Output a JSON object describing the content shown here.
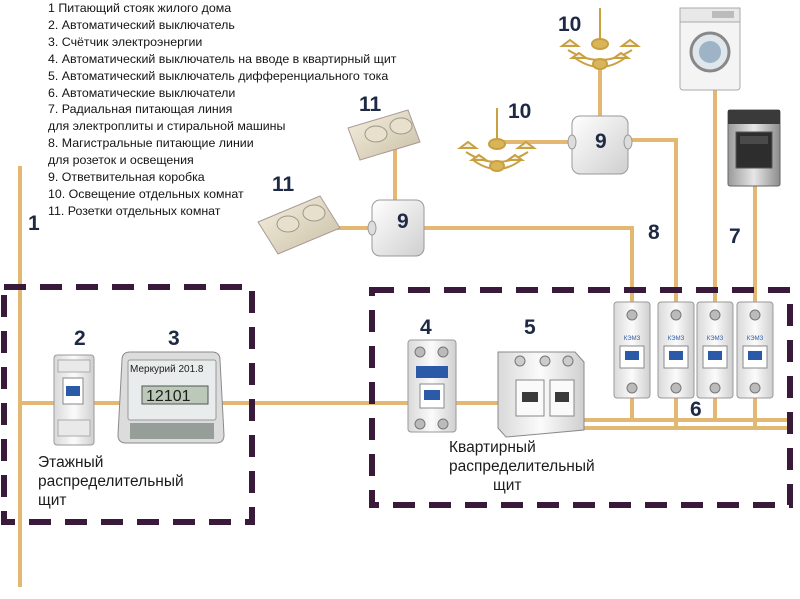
{
  "legend": [
    "1 Питающий стояк жилого дома",
    "2. Автоматический выключатель",
    "3. Счётчик электроэнергии",
    "4. Автоматический выключатель на вводе в квартирный щит",
    "5. Автоматический выключатель дифференциального тока",
    "6. Автоматические выключатели",
    "7. Радиальная питающая линия",
    "для электроплиты и стиральной машины",
    "8. Магистральные питающие линии",
    "для розеток и освещения",
    "9. Ответвительная коробка",
    "10. Освещение отдельных комнат",
    "11. Розетки отдельных комнат"
  ],
  "numbers": {
    "n1": "1",
    "n2": "2",
    "n3": "3",
    "n4": "4",
    "n5": "5",
    "n6": "6",
    "n7": "7",
    "n8": "8",
    "n9a": "9",
    "n9b": "9",
    "n10a": "10",
    "n10b": "10",
    "n11a": "11",
    "n11b": "11"
  },
  "panels": {
    "floor_line1": "Этажный",
    "floor_line2": "распределительный",
    "floor_line3": "щит",
    "apt_line1": "Квартирный",
    "apt_line2": "распределительный",
    "apt_line3": "щит"
  },
  "meter": {
    "brand": "Меркурий 201.8",
    "display": "12101"
  },
  "breaker_brand": "КЭМЗ",
  "colors": {
    "wire": "#e3b872",
    "frame": "#3a1a3a",
    "device": "#f2f2f2",
    "brass": "#c9a040"
  }
}
